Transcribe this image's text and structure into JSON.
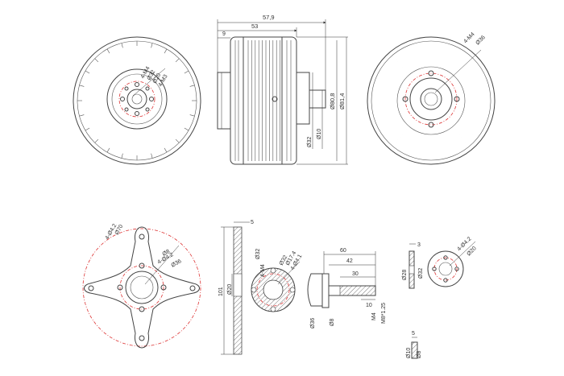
{
  "views": {
    "front_view": {
      "labels": [
        "4-M4",
        "Ø32",
        "Ø20",
        "4-M3"
      ]
    },
    "side_view": {
      "top_dims": [
        "57,9",
        "53",
        "9"
      ],
      "right_dims": [
        "Ø80,8",
        "Ø81,4"
      ],
      "bottom_dims": [
        "Ø32",
        "Ø10"
      ]
    },
    "rear_view": {
      "labels": [
        "4-M4",
        "Ø36"
      ]
    },
    "x_mount": {
      "labels": [
        "4-Ø4.2",
        "Ø70",
        "4-Ø4.2",
        "Ø36",
        "Ø8"
      ]
    },
    "mount_side": {
      "labels": [
        "5",
        "101",
        "Ø20"
      ]
    },
    "hatched_plate": {
      "labels": [
        "4-M4",
        "Ø32",
        "Ø32",
        "Ø17.4",
        "4-Ø4.1"
      ]
    },
    "shaft_adapter": {
      "labels": [
        "60",
        "42",
        "30",
        "10",
        "M4",
        "M8*1.25",
        "Ø36",
        "Ø8"
      ]
    },
    "prop_adapter_side": {
      "labels": [
        "3",
        "Ø28",
        "Ø32"
      ]
    },
    "prop_adapter_front": {
      "labels": [
        "4-Ø4.2",
        "Ø20"
      ]
    },
    "spacer": {
      "labels": [
        "5",
        "Ø10",
        "Ø8"
      ]
    }
  }
}
